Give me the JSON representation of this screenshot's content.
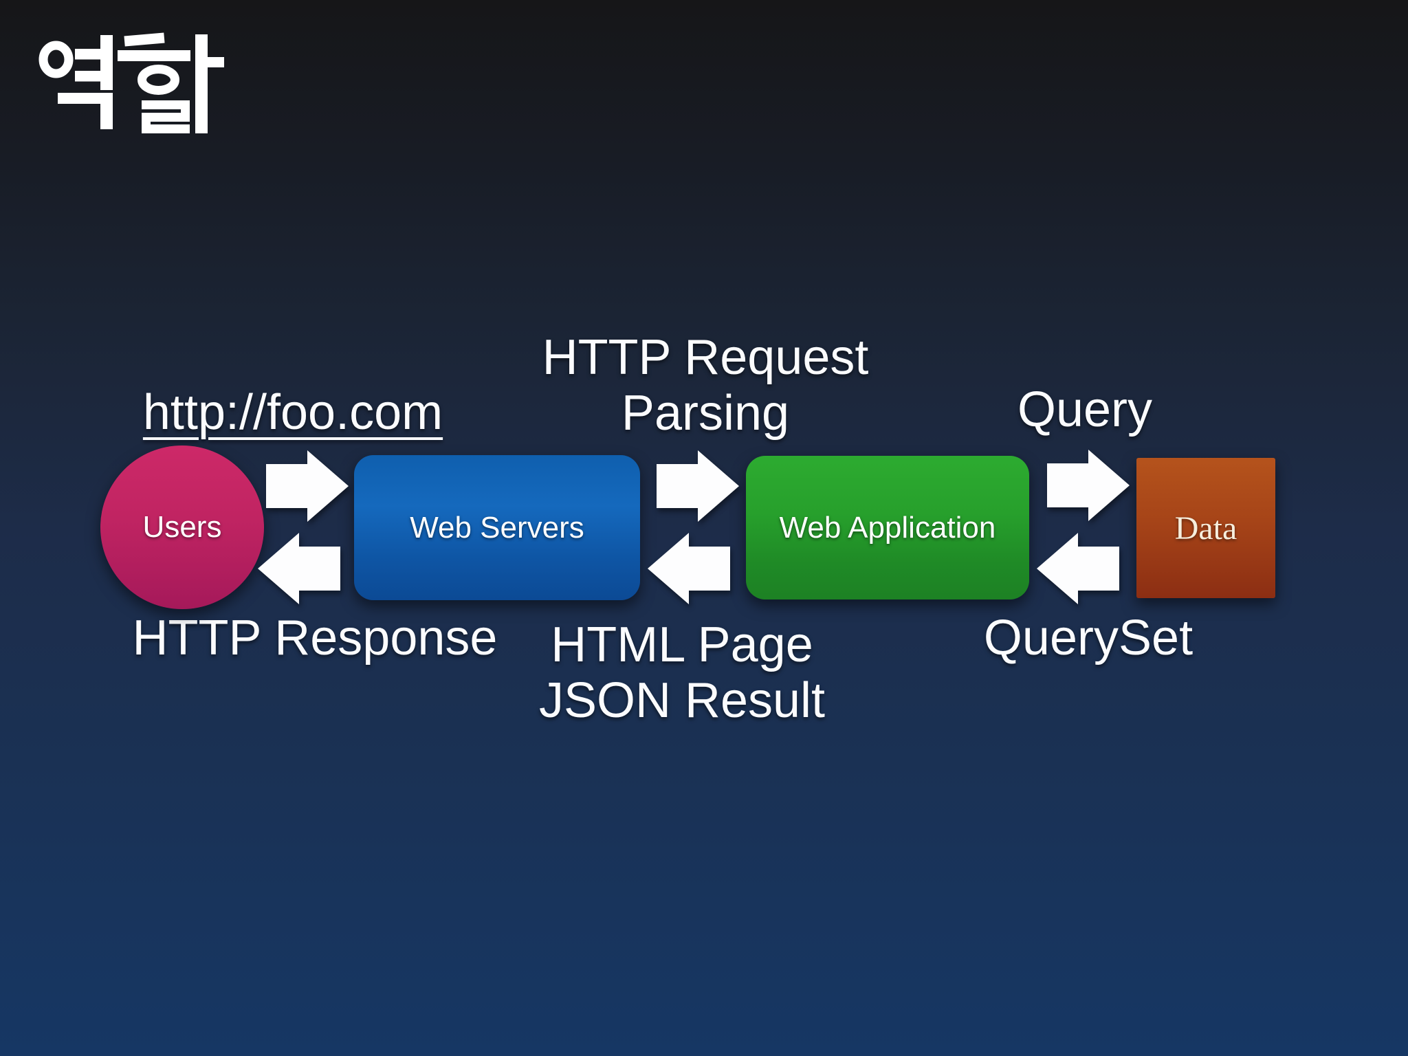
{
  "slide": {
    "title": "역할"
  },
  "colors": {
    "background_top": "#161618",
    "background_bottom": "#163764",
    "arrow_fill": "#fdfdfe",
    "label_text": "#fbfcfe",
    "users_gradient": [
      "#cd2968",
      "#a5195a"
    ],
    "web_servers_gradient": [
      "#1569bd",
      "#0c4a95"
    ],
    "web_application_gradient": [
      "#2dab30",
      "#1d8124"
    ],
    "data_gradient": [
      "#b5531c",
      "#8c2e13"
    ]
  },
  "diagram": {
    "nodes": [
      {
        "id": "users",
        "label": "Users",
        "shape": "circle"
      },
      {
        "id": "web-servers",
        "label": "Web Servers",
        "shape": "rounded-rect"
      },
      {
        "id": "web-application",
        "label": "Web Application",
        "shape": "rounded-rect"
      },
      {
        "id": "data",
        "label": "Data",
        "shape": "rect"
      }
    ],
    "flow_labels": {
      "url": "http://foo.com",
      "request": "HTTP Request\nParsing",
      "query": "Query",
      "response": "HTTP Response",
      "result": "HTML Page\nJSON Result",
      "queryset": "QuerySet"
    },
    "arrows": [
      {
        "from": "users",
        "to": "web-servers",
        "direction": "right"
      },
      {
        "from": "web-servers",
        "to": "users",
        "direction": "left"
      },
      {
        "from": "web-servers",
        "to": "web-application",
        "direction": "right"
      },
      {
        "from": "web-application",
        "to": "web-servers",
        "direction": "left"
      },
      {
        "from": "web-application",
        "to": "data",
        "direction": "right"
      },
      {
        "from": "data",
        "to": "web-application",
        "direction": "left"
      }
    ]
  }
}
